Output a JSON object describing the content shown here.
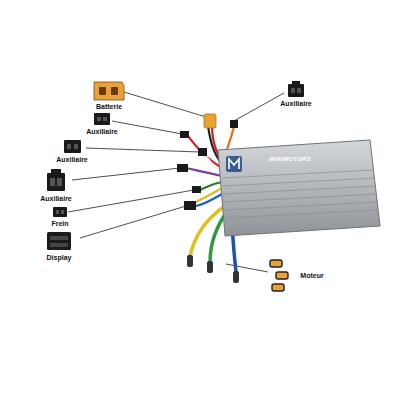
{
  "diagram": {
    "labels": [
      "Auxiliaire",
      "Batterie",
      "Auxiliaire",
      "Auxiliaire",
      "Auxiliaire",
      "Frein",
      "Display",
      "Moteur",
      "MINIMOTORS"
    ]
  }
}
